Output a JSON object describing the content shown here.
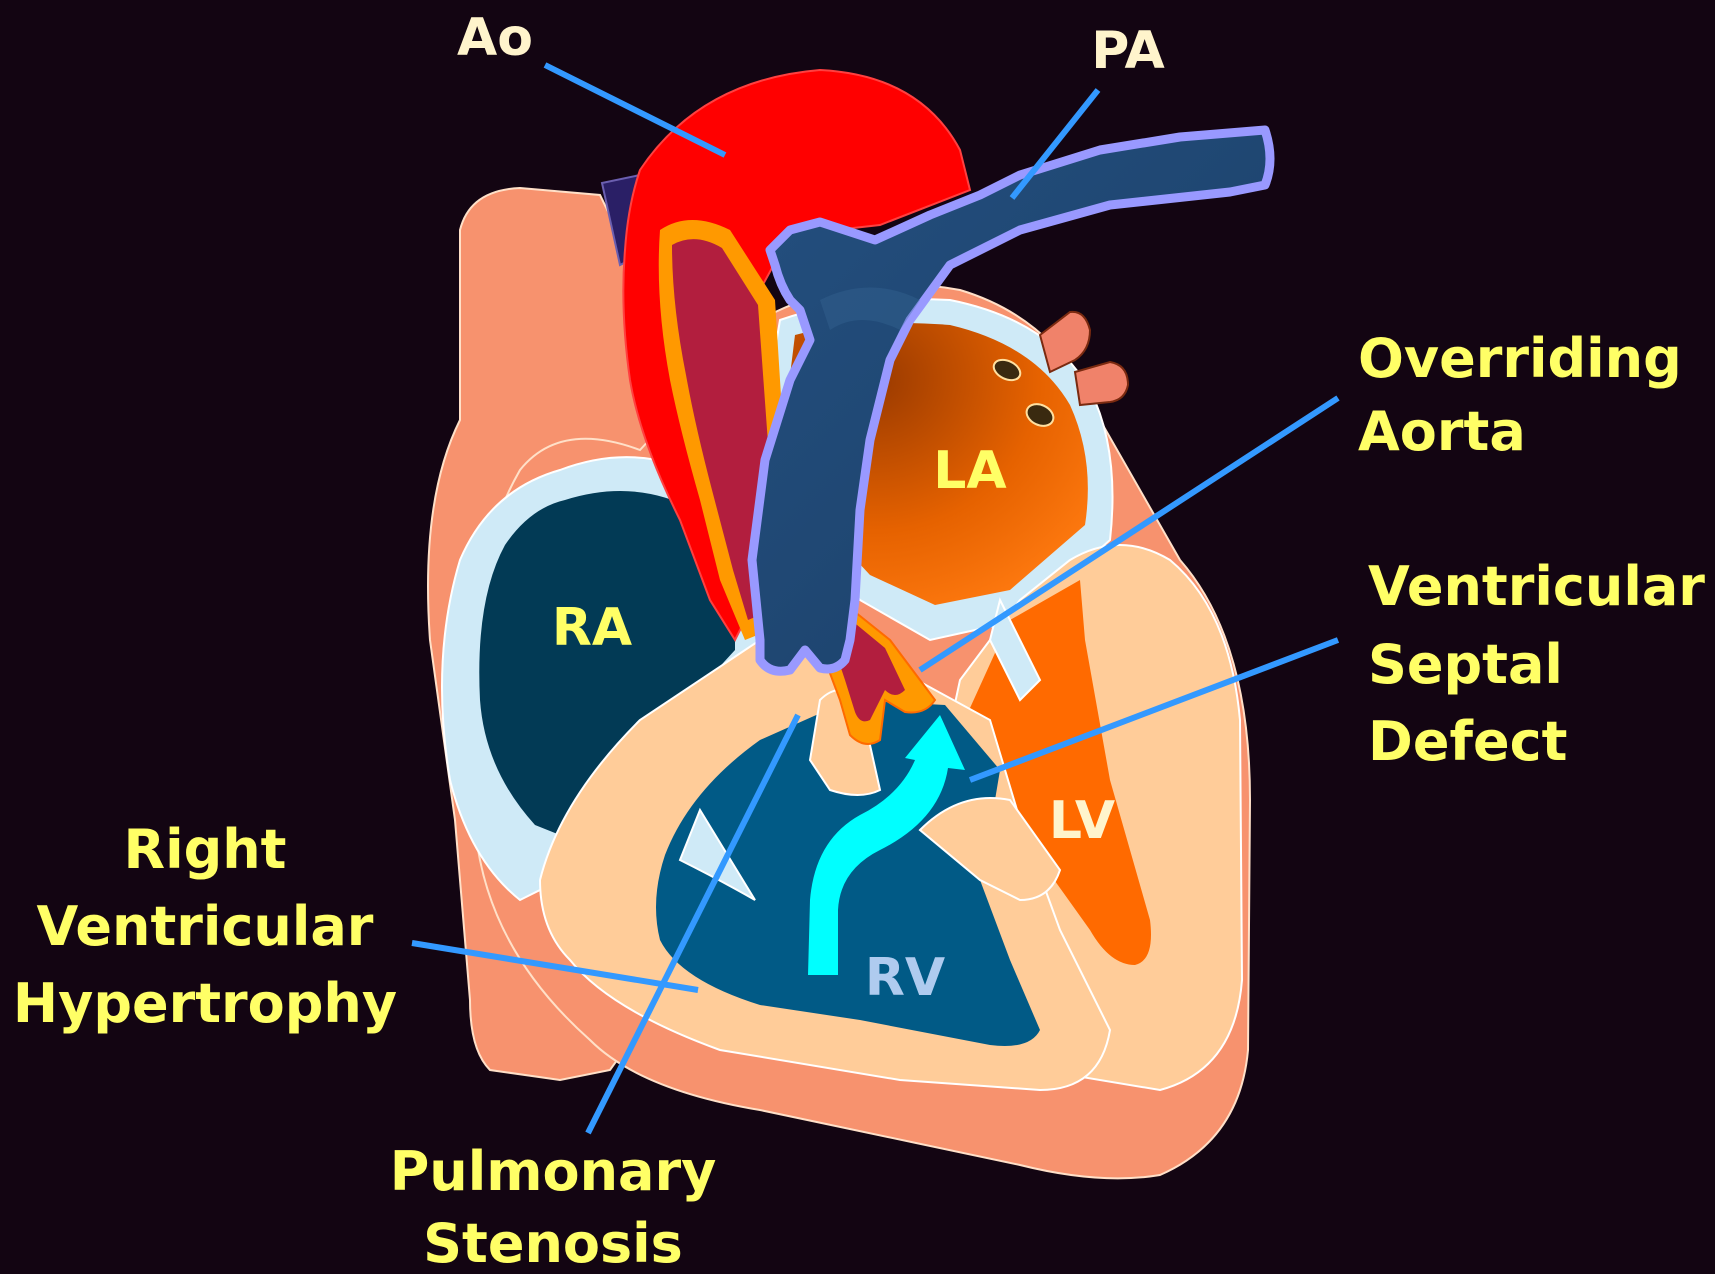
{
  "colors": {
    "background": "#130512",
    "label_yellow": "#FFFF66",
    "label_cream": "#FFF4CC",
    "label_light_blue": "#AFCBEF",
    "leader_line": "#3399FF",
    "aorta": "#FF0000",
    "pulmonary_artery": "#1F4E79",
    "left_atrium": "#F06A00",
    "right_atrium": "#023A55",
    "right_ventricle": "#015A86",
    "myocardium": "#FFCC99",
    "epicardium": "#F7926E",
    "flow_arrow": "#00FFFF"
  },
  "labels": {
    "ao": "Ao",
    "pa": "PA",
    "la": "LA",
    "ra": "RA",
    "lv": "LV",
    "rv": "RV",
    "overriding_aorta": [
      "Overriding",
      "Aorta"
    ],
    "ventricular_septal_defect": [
      "Ventricular",
      "Septal",
      "Defect"
    ],
    "right_ventricular_hypertrophy": [
      "Right",
      "Ventricular",
      "Hypertrophy"
    ],
    "pulmonary_stenosis": [
      "Pulmonary",
      "Stenosis"
    ]
  }
}
